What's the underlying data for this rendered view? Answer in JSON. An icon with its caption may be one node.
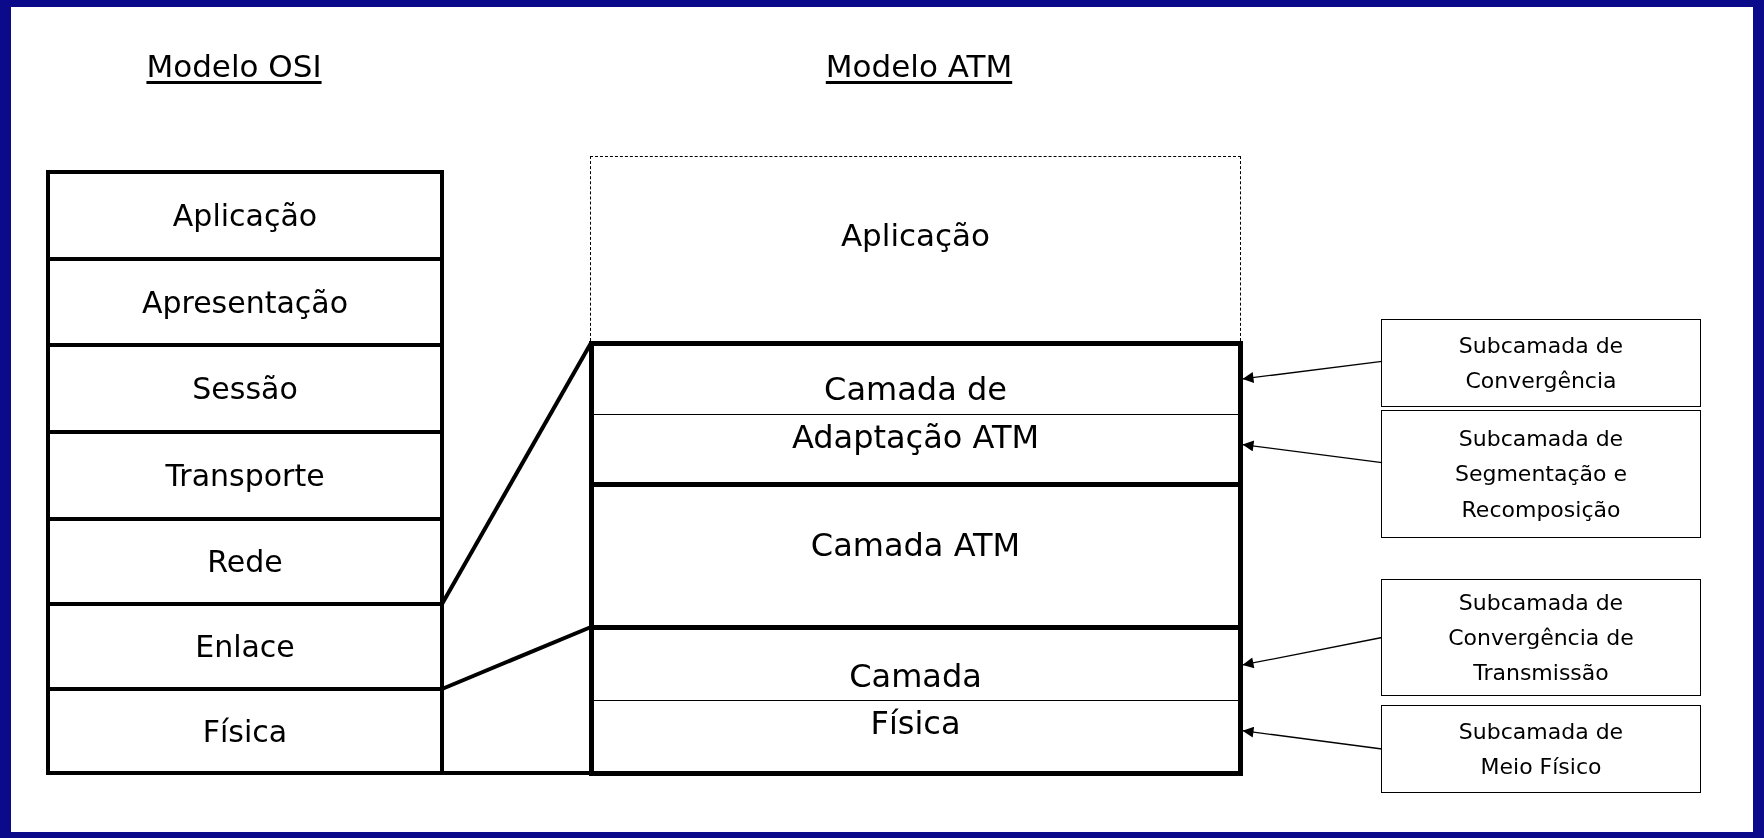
{
  "diagram": {
    "nodes": [
      {
        "text": [
          "Aplicação"
        ]
      },
      {
        "text": [
          "Apresentação"
        ]
      },
      {
        "text": [
          "Sessão"
        ]
      },
      {
        "text": [
          "Transporte"
        ]
      },
      {
        "text": [
          "Rede"
        ]
      },
      {
        "text": [
          "Enlace"
        ]
      },
      {
        "text": [
          "Física"
        ]
      },
      {
        "text": [
          "Aplicação"
        ]
      },
      {
        "text": [
          "Camada de Adaptação ATM"
        ]
      },
      {
        "text": [
          "Camada ATM"
        ]
      },
      {
        "text": [
          "Camada Física"
        ]
      },
      {
        "text": [
          "Subcamada de Convergência"
        ]
      },
      {
        "text": [
          "Subcamada de Segmentação e Recomposição"
        ]
      },
      {
        "text": [
          "Subcamada de Convergência de Transmissão"
        ]
      },
      {
        "text": [
          "Subcamada de Meio Físico"
        ]
      }
    ],
    "edges": [
      {
        "from": 11,
        "to": 8,
        "arrow": "to"
      },
      {
        "from": 12,
        "to": 8,
        "arrow": "to"
      },
      {
        "from": 13,
        "to": 10,
        "arrow": "to"
      },
      {
        "from": 14,
        "to": 10,
        "arrow": "to"
      },
      {
        "from": 5,
        "to": 8,
        "arrow": "none",
        "style": "thick"
      },
      {
        "from": 6,
        "to": 10,
        "arrow": "none",
        "style": "thick"
      },
      {
        "from": 6,
        "to": 10,
        "arrow": "none",
        "style": "thick"
      }
    ],
    "labels": [
      "Modelo OSI",
      "Modelo ATM"
    ]
  }
}
